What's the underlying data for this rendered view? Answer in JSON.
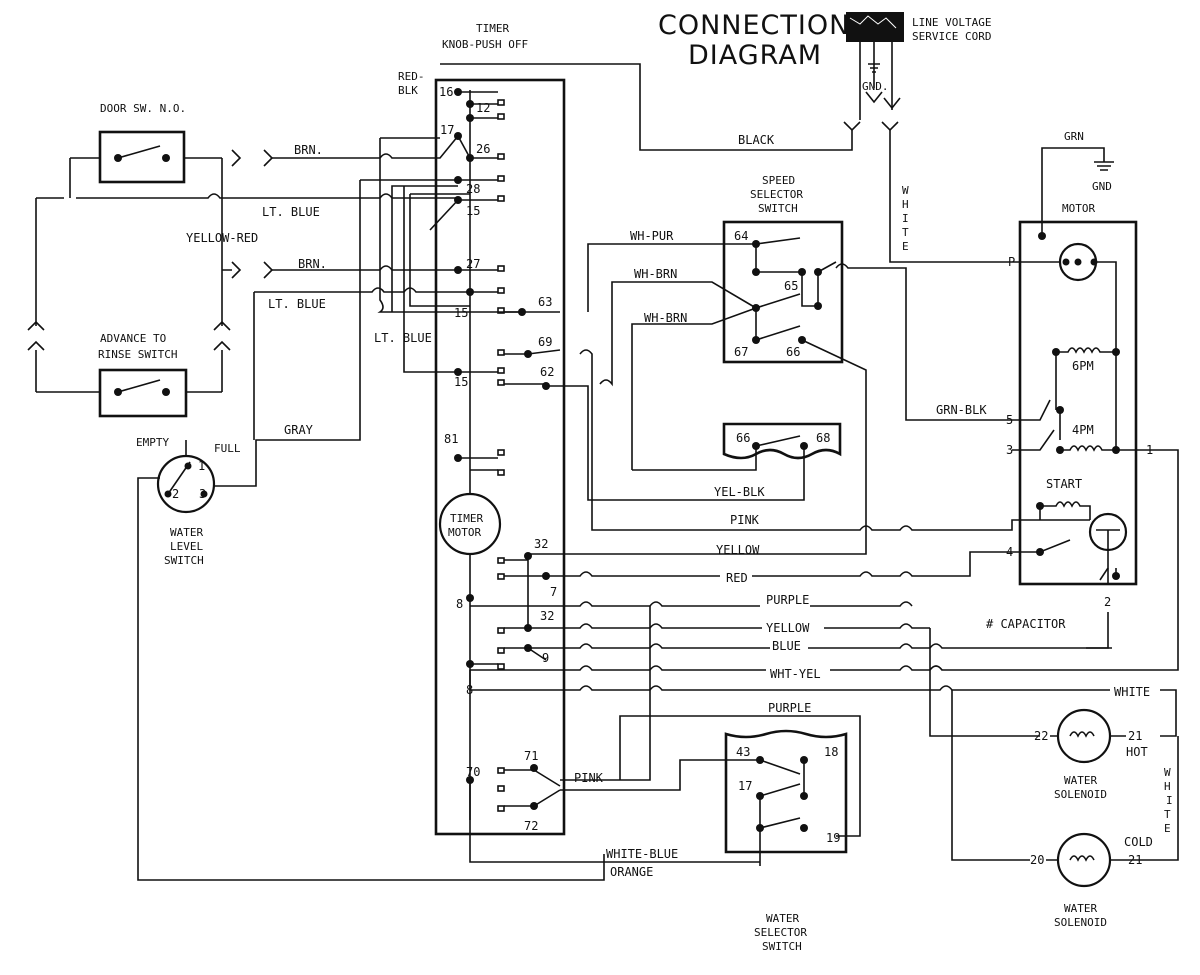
{
  "title": {
    "line1": "CONNECTION",
    "line2": "DIAGRAM"
  },
  "plug": {
    "label1": "LINE VOLTAGE",
    "label2": "SERVICE CORD",
    "gnd": "GND.",
    "black": "BLACK",
    "white": [
      "W",
      "H",
      "I",
      "T",
      "E"
    ]
  },
  "timer": {
    "label1": "TIMER",
    "label2": "KNOB-PUSH OFF",
    "motor1": "TIMER",
    "motor2": "MOTOR",
    "terminals": {
      "t16": "16",
      "t12": "12",
      "t17": "17",
      "t26": "26",
      "t28": "28",
      "t15a": "15",
      "t27": "27",
      "t15b": "15",
      "t15c": "15",
      "t63": "63",
      "t69": "69",
      "t62": "62",
      "t81": "81",
      "t32a": "32",
      "t7": "7",
      "t8a": "8",
      "t32b": "32",
      "t9": "9",
      "t8b": "8",
      "t71": "71",
      "t70": "70",
      "t72": "72"
    }
  },
  "switches": {
    "door": "DOOR SW. N.O.",
    "advance1": "ADVANCE TO",
    "advance2": "RINSE SWITCH",
    "level_empty": "EMPTY",
    "level_full": "FULL",
    "level_t1": "1",
    "level_t2": "2",
    "level_t3": "3",
    "level1": "WATER",
    "level2": "LEVEL",
    "level3": "SWITCH",
    "speed1": "SPEED",
    "speed2": "SELECTOR",
    "speed3": "SWITCH",
    "speed_terms": {
      "s64": "64",
      "s65": "65",
      "s67": "67",
      "s66": "66"
    },
    "aux_terms": {
      "a66": "66",
      "a68": "68"
    },
    "wsel_terms": {
      "w43": "43",
      "w18": "18",
      "w17": "17",
      "w19": "19"
    },
    "wsel1": "WATER",
    "wsel2": "SELECTOR",
    "wsel3": "SWITCH"
  },
  "wires": {
    "red_blk1": "RED-",
    "red_blk2": "BLK",
    "brn1": "BRN.",
    "ltblue1": "LT. BLUE",
    "yellow_red": "YELLOW-RED",
    "brn2": "BRN.",
    "ltblue2": "LT. BLUE",
    "ltblue3": "LT. BLUE",
    "gray": "GRAY",
    "wh_pur": "WH-PUR",
    "wh_brn1": "WH-BRN",
    "wh_brn2": "WH-BRN",
    "yel_blk": "YEL-BLK",
    "grn_blk": "GRN-BLK",
    "pink1": "PINK",
    "yellow1": "YELLOW",
    "red": "RED",
    "purple1": "PURPLE",
    "yellow2": "YELLOW",
    "blue": "BLUE",
    "wht_yel": "WHT-YEL",
    "white2": "WHITE",
    "purple2": "PURPLE",
    "pink2": "PINK",
    "white_blue": "WHITE-BLUE",
    "orange": "ORANGE",
    "white_vert": [
      "W",
      "H",
      "I",
      "T",
      "E"
    ]
  },
  "motor": {
    "label": "MOTOR",
    "grn": "GRN",
    "gnd": "GND",
    "p": "P",
    "w6pm": "6PM",
    "w4pm": "4PM",
    "start": "START",
    "m5": "5",
    "m3": "3",
    "m1": "1",
    "m4": "4",
    "m2": "2",
    "capacitor": "# CAPACITOR"
  },
  "solenoids": {
    "hot_left": "22",
    "hot_right": "21",
    "hot": "HOT",
    "cold_left": "20",
    "cold_right": "21",
    "cold": "COLD",
    "water1": "WATER",
    "solenoid1": "SOLENOID",
    "water2": "WATER",
    "solenoid2": "SOLENOID"
  }
}
